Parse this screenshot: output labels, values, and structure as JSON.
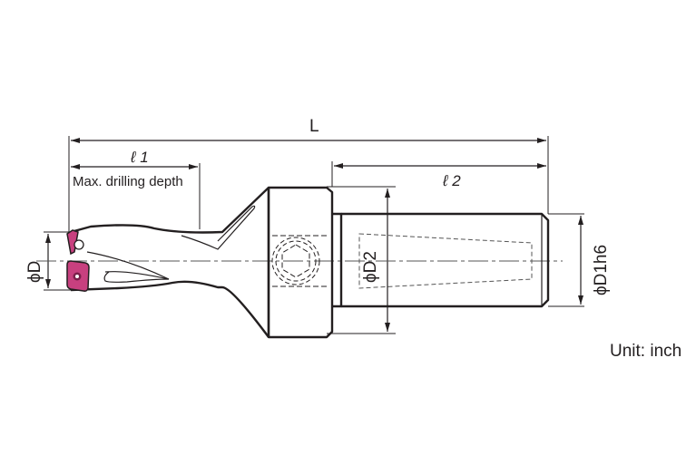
{
  "title": "Drill with inserts - dimensional drawing",
  "labels": {
    "overall_length": "L",
    "l1": "ℓ 1",
    "max_drilling_depth": "Max. drilling depth",
    "l2": "ℓ 2",
    "diameter_d": "ϕD",
    "diameter_d2": "ϕD2",
    "diameter_d1": "ϕD1h6",
    "unit": "Unit: inch"
  },
  "colors": {
    "line": "#231f20",
    "insert": "#c8407f",
    "insert_dark": "#7a1f4a"
  }
}
